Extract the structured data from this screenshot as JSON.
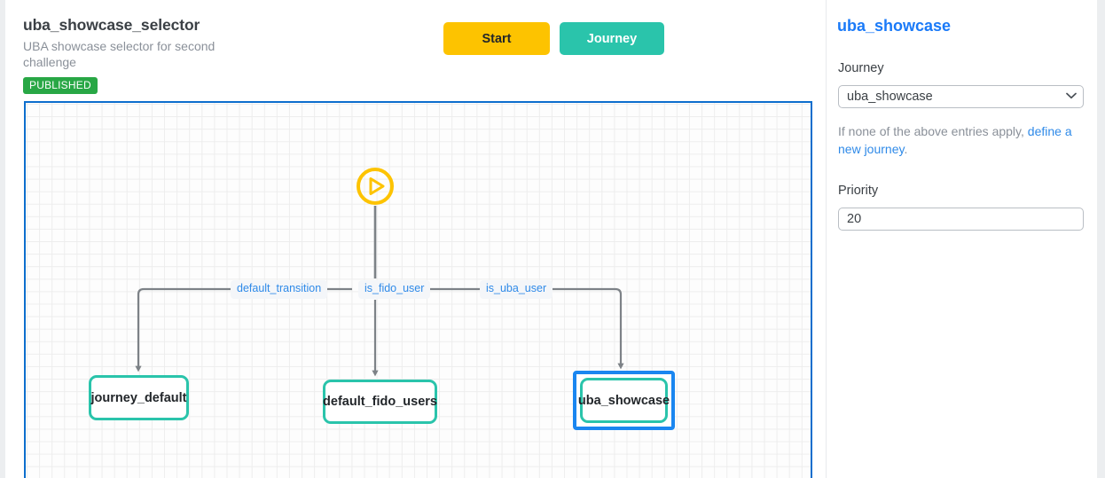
{
  "header": {
    "title": "uba_showcase_selector",
    "subtitle": "UBA showcase selector for second challenge",
    "status": "PUBLISHED",
    "status_color": "#28a745",
    "buttons": {
      "start": "Start",
      "journey": "Journey"
    }
  },
  "canvas": {
    "start_node": "start-play-icon",
    "edge_labels": [
      {
        "text": "default_transition"
      },
      {
        "text": "is_fido_user"
      },
      {
        "text": "is_uba_user"
      }
    ],
    "nodes": [
      {
        "label": "journey_default",
        "selected": false
      },
      {
        "label": "default_fido_users",
        "selected": false
      },
      {
        "label": "uba_showcase",
        "selected": true
      }
    ],
    "colors": {
      "border": "#0d6ecd",
      "node_border": "#2ac4ab",
      "selection": "#1a86f0",
      "edge": "#7d8287",
      "label_text": "#2f8ae8",
      "start": "#fdc300"
    }
  },
  "panel": {
    "title": "uba_showcase",
    "journey_label": "Journey",
    "journey_value": "uba_showcase",
    "journey_options": [
      "uba_showcase"
    ],
    "helper_prefix": "If none of the above entries apply, ",
    "helper_link": "define a new journey",
    "helper_suffix": ".",
    "priority_label": "Priority",
    "priority_value": "20",
    "accent_color": "#1a7af8"
  }
}
